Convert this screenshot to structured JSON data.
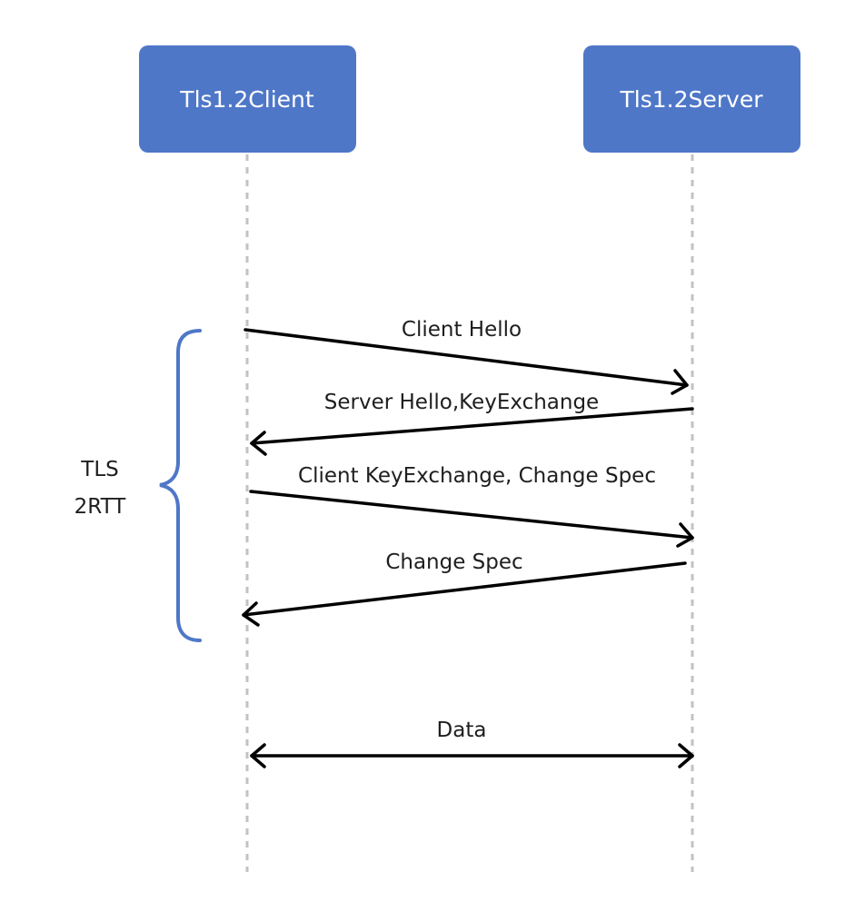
{
  "actors": [
    {
      "id": "client",
      "label": "Tls1.2Client"
    },
    {
      "id": "server",
      "label": "Tls1.2Server"
    }
  ],
  "messages": [
    {
      "from": "client",
      "to": "server",
      "label": "Client Hello"
    },
    {
      "from": "server",
      "to": "client",
      "label": "Server Hello,KeyExchange"
    },
    {
      "from": "client",
      "to": "server",
      "label": "Client KeyExchange, Change Spec"
    },
    {
      "from": "server",
      "to": "client",
      "label": "Change Spec"
    },
    {
      "from": "client",
      "to": "server",
      "label": "Data",
      "bidirectional": true
    }
  ],
  "group": {
    "label_line1": "TLS",
    "label_line2": "2RTT"
  },
  "colors": {
    "actor_fill": "#4f77c8",
    "actor_text": "#ffffff",
    "lifeline": "#c2c2c2",
    "arrow": "#000000",
    "brace": "#4f77c8"
  }
}
